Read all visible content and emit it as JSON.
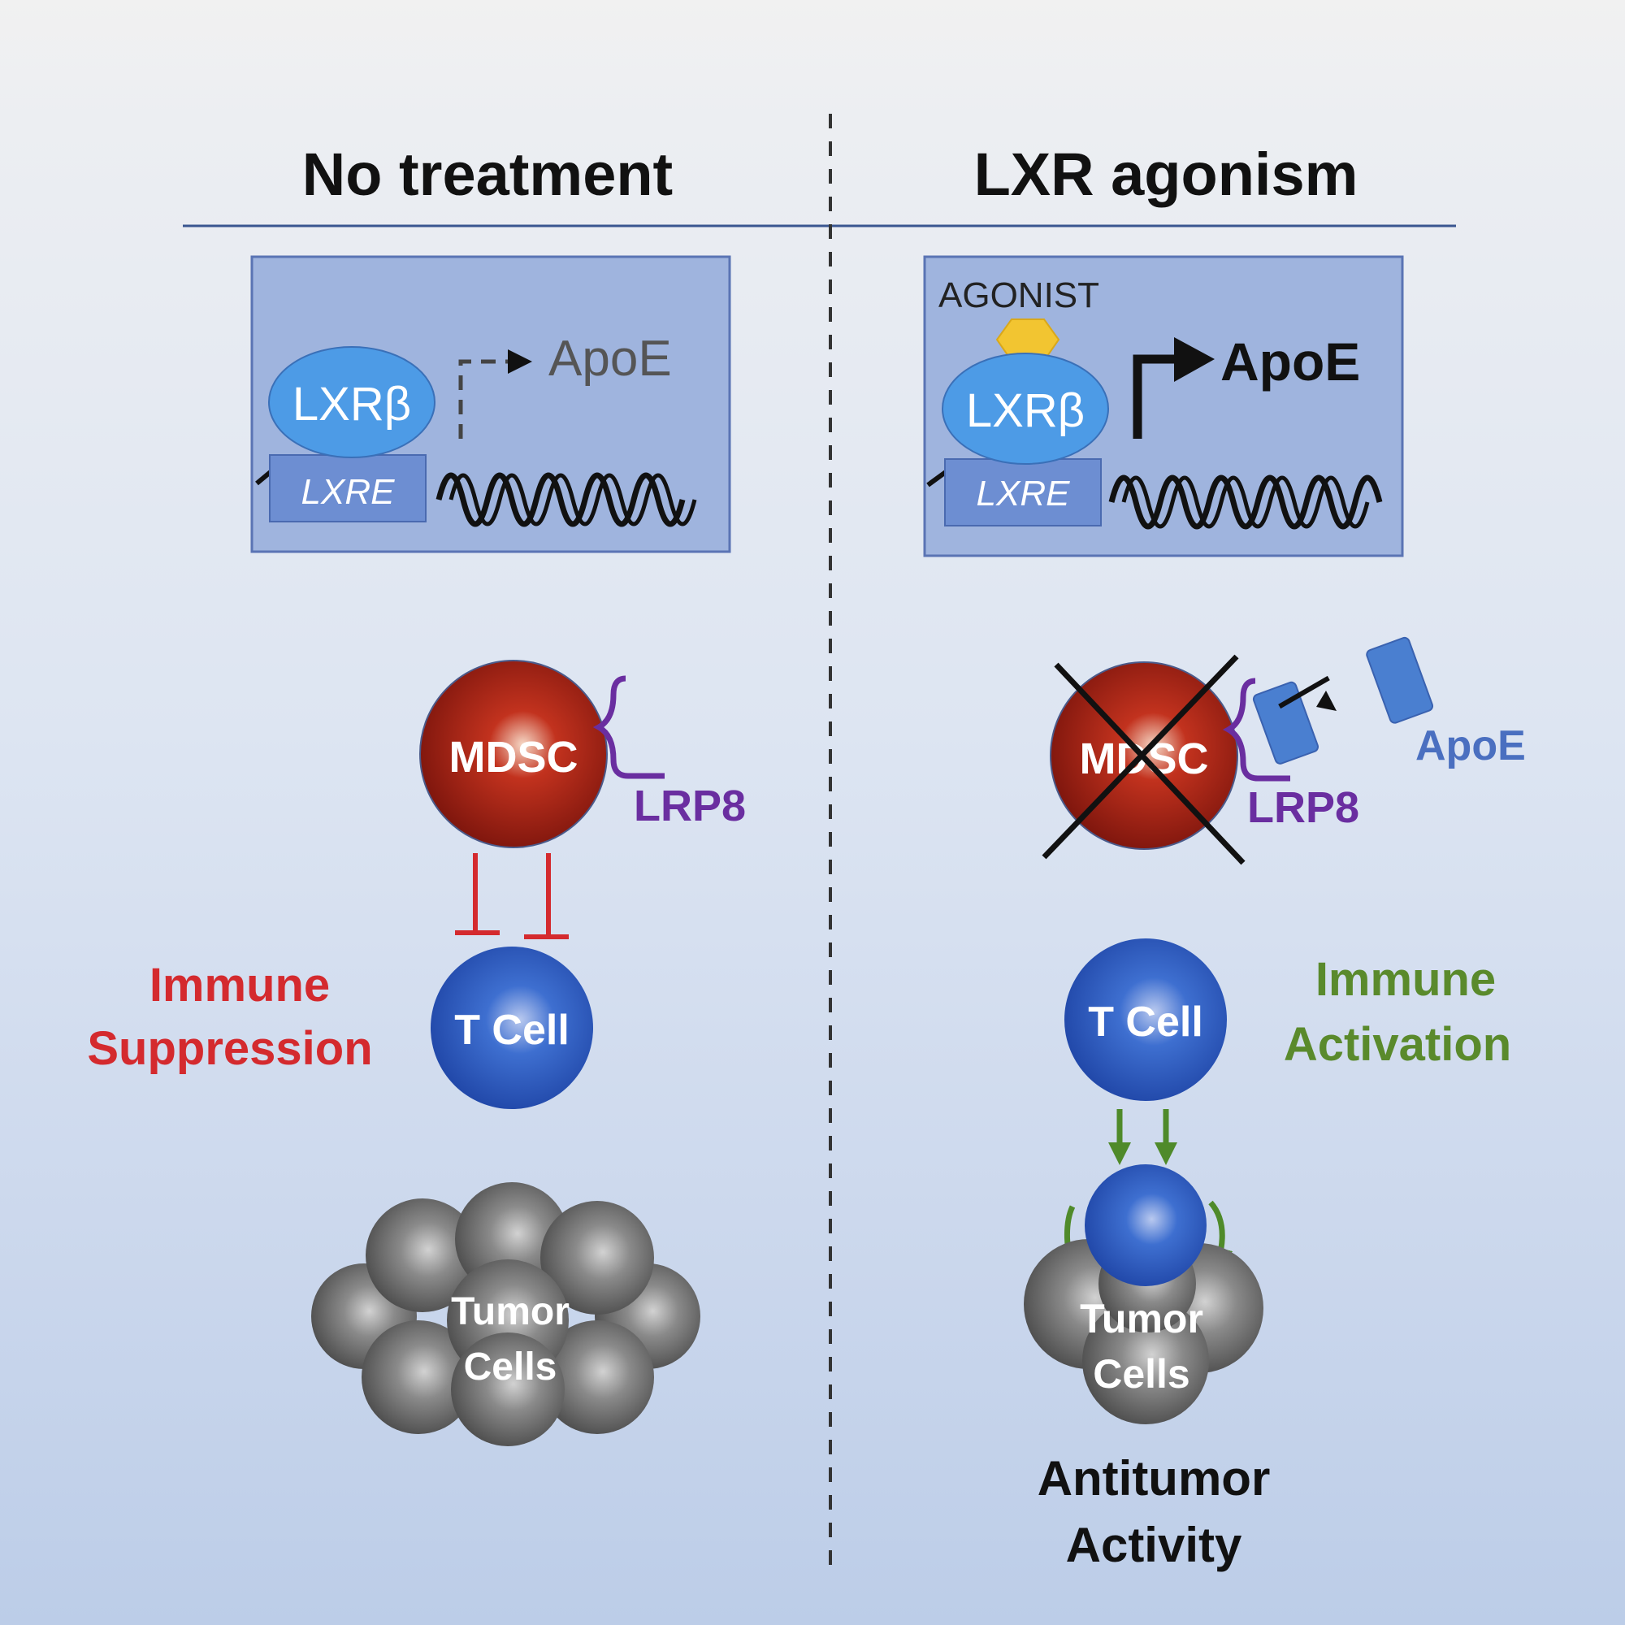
{
  "left_panel": {
    "heading": "No treatment",
    "receptor_label": "LXRβ",
    "element_label": "LXRE",
    "gene_label": "ApoE",
    "mdsc_label": "MDSC",
    "lrp8_label": "LRP8",
    "effect_line1": "Immune",
    "effect_line2": "Suppression",
    "tcell_label": "T Cell",
    "tumor_line1": "Tumor",
    "tumor_line2": "Cells"
  },
  "right_panel": {
    "heading": "LXR agonism",
    "agonist_label": "AGONIST",
    "receptor_label": "LXRβ",
    "element_label": "LXRE",
    "gene_label": "ApoE",
    "mdsc_label": "MDSC",
    "lrp8_label": "LRP8",
    "apoe_protein_label": "ApoE",
    "effect_line1": "Immune",
    "effect_line2": "Activation",
    "tcell_label": "T Cell",
    "tumor_line1": "Tumor",
    "tumor_line2": "Cells",
    "outcome_line1": "Antitumor",
    "outcome_line2": "Activity"
  },
  "colors": {
    "suppression": "#d42a2e",
    "activation": "#5a8a2c",
    "lrp8": "#6a2ea0",
    "apoe_protein": "#4a6fc0",
    "receptor": "#4d9be6",
    "panel_box": "#9fb4de",
    "mdsc": "#8b1a10",
    "tcell": "#2f5fc4",
    "agonist": "#f2c531"
  }
}
